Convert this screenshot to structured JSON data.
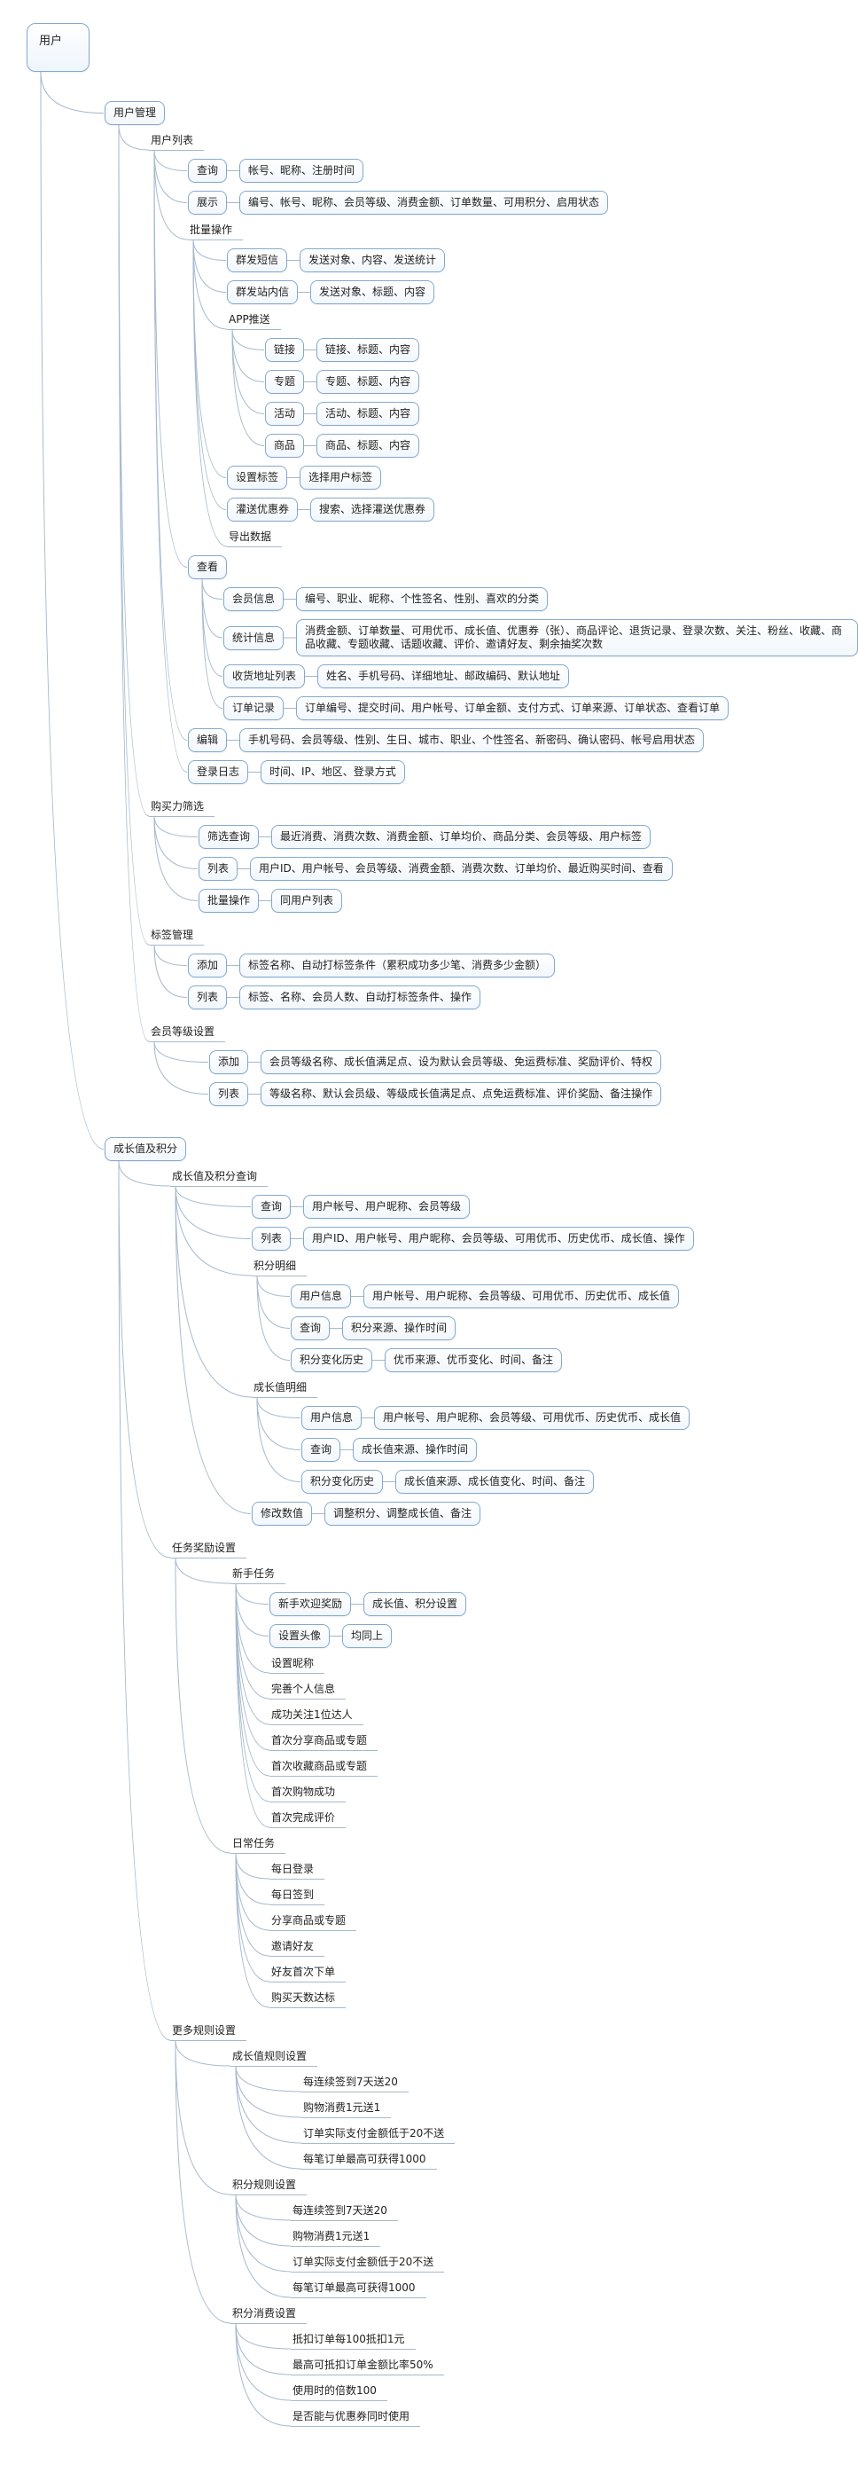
{
  "colors": {
    "border": "#84a9cd",
    "line": "#a5b9cc",
    "text": "#1f1f1f",
    "bg": "#ffffff"
  },
  "tree": {
    "label": "用户",
    "style": "root",
    "children": [
      {
        "label": "用户管理",
        "style": "bubble",
        "children": [
          {
            "label": "用户列表",
            "style": "line",
            "children": [
              {
                "label": "查询",
                "style": "bubble",
                "children": [
                  {
                    "label": "帐号、昵称、注册时间",
                    "style": "bubble"
                  }
                ]
              },
              {
                "label": "展示",
                "style": "bubble",
                "children": [
                  {
                    "label": "编号、帐号、昵称、会员等级、消费金额、订单数量、可用积分、启用状态",
                    "style": "bubble"
                  }
                ]
              },
              {
                "label": "批量操作",
                "style": "line",
                "children": [
                  {
                    "label": "群发短信",
                    "style": "bubble",
                    "children": [
                      {
                        "label": "发送对象、内容、发送统计",
                        "style": "bubble"
                      }
                    ]
                  },
                  {
                    "label": "群发站内信",
                    "style": "bubble",
                    "children": [
                      {
                        "label": "发送对象、标题、内容",
                        "style": "bubble"
                      }
                    ]
                  },
                  {
                    "label": "APP推送",
                    "style": "line",
                    "children": [
                      {
                        "label": "链接",
                        "style": "bubble",
                        "children": [
                          {
                            "label": "链接、标题、内容",
                            "style": "bubble"
                          }
                        ]
                      },
                      {
                        "label": "专题",
                        "style": "bubble",
                        "children": [
                          {
                            "label": "专题、标题、内容",
                            "style": "bubble"
                          }
                        ]
                      },
                      {
                        "label": "活动",
                        "style": "bubble",
                        "children": [
                          {
                            "label": "活动、标题、内容",
                            "style": "bubble"
                          }
                        ]
                      },
                      {
                        "label": "商品",
                        "style": "bubble",
                        "children": [
                          {
                            "label": "商品、标题、内容",
                            "style": "bubble"
                          }
                        ]
                      }
                    ]
                  },
                  {
                    "label": "设置标签",
                    "style": "bubble",
                    "children": [
                      {
                        "label": "选择用户标签",
                        "style": "bubble"
                      }
                    ]
                  },
                  {
                    "label": "灌送优惠券",
                    "style": "bubble",
                    "children": [
                      {
                        "label": "搜索、选择灌送优惠券",
                        "style": "bubble"
                      }
                    ]
                  },
                  {
                    "label": "导出数据",
                    "style": "line"
                  }
                ]
              },
              {
                "label": "查看",
                "style": "bubble",
                "children": [
                  {
                    "label": "会员信息",
                    "style": "bubble",
                    "children": [
                      {
                        "label": "编号、职业、昵称、个性签名、性别、喜欢的分类",
                        "style": "bubble"
                      }
                    ]
                  },
                  {
                    "label": "统计信息",
                    "style": "bubble",
                    "children": [
                      {
                        "label": "消费金额、订单数量、可用优币、成长值、优惠券（张）、商品评论、退货记录、登录次数、关注、粉丝、收藏、商品收藏、专题收藏、话题收藏、评价、邀请好友、剩余抽奖次数",
                        "style": "bubble"
                      }
                    ]
                  },
                  {
                    "label": "收货地址列表",
                    "style": "bubble",
                    "children": [
                      {
                        "label": "姓名、手机号码、详细地址、邮政编码、默认地址",
                        "style": "bubble"
                      }
                    ]
                  },
                  {
                    "label": "订单记录",
                    "style": "bubble",
                    "children": [
                      {
                        "label": "订单编号、提交时间、用户帐号、订单金额、支付方式、订单来源、订单状态、查看订单",
                        "style": "bubble"
                      }
                    ]
                  }
                ]
              },
              {
                "label": "编辑",
                "style": "bubble",
                "children": [
                  {
                    "label": "手机号码、会员等级、性别、生日、城市、职业、个性签名、新密码、确认密码、帐号启用状态",
                    "style": "bubble"
                  }
                ]
              },
              {
                "label": "登录日志",
                "style": "bubble",
                "children": [
                  {
                    "label": "时间、IP、地区、登录方式",
                    "style": "bubble"
                  }
                ]
              }
            ]
          },
          {
            "label": "购买力筛选",
            "style": "line",
            "children": [
              {
                "label": "筛选查询",
                "style": "bubble",
                "children": [
                  {
                    "label": "最近消费、消费次数、消费金额、订单均价、商品分类、会员等级、用户标签",
                    "style": "bubble"
                  }
                ]
              },
              {
                "label": "列表",
                "style": "bubble",
                "children": [
                  {
                    "label": "用户ID、用户帐号、会员等级、消费金额、消费次数、订单均价、最近购买时间、查看",
                    "style": "bubble"
                  }
                ]
              },
              {
                "label": "批量操作",
                "style": "bubble",
                "children": [
                  {
                    "label": "同用户列表",
                    "style": "bubble"
                  }
                ]
              }
            ]
          },
          {
            "label": "标签管理",
            "style": "line",
            "children": [
              {
                "label": "添加",
                "style": "bubble",
                "children": [
                  {
                    "label": "标签名称、自动打标签条件（累积成功多少笔、消费多少金额）",
                    "style": "bubble"
                  }
                ]
              },
              {
                "label": "列表",
                "style": "bubble",
                "children": [
                  {
                    "label": "标签、名称、会员人数、自动打标签条件、操作",
                    "style": "bubble"
                  }
                ]
              }
            ]
          },
          {
            "label": "会员等级设置",
            "style": "line",
            "children": [
              {
                "label": "添加",
                "style": "bubble",
                "children": [
                  {
                    "label": "会员等级名称、成长值满足点、设为默认会员等级、免运费标准、奖励评价、特权",
                    "style": "bubble"
                  }
                ]
              },
              {
                "label": "列表",
                "style": "bubble",
                "children": [
                  {
                    "label": "等级名称、默认会员级、等级成长值满足点、点免运费标准、评价奖励、备注操作",
                    "style": "bubble"
                  }
                ]
              }
            ]
          }
        ]
      },
      {
        "label": "成长值及积分",
        "style": "bubble",
        "children": [
          {
            "label": "成长值及积分查询",
            "style": "line",
            "children": [
              {
                "label": "查询",
                "style": "bubble",
                "children": [
                  {
                    "label": "用户帐号、用户昵称、会员等级",
                    "style": "bubble"
                  }
                ]
              },
              {
                "label": "列表",
                "style": "bubble",
                "children": [
                  {
                    "label": "用户ID、用户帐号、用户昵称、会员等级、可用优币、历史优币、成长值、操作",
                    "style": "bubble"
                  }
                ]
              },
              {
                "label": "积分明细",
                "style": "line",
                "children": [
                  {
                    "label": "用户信息",
                    "style": "bubble",
                    "children": [
                      {
                        "label": "用户帐号、用户昵称、会员等级、可用优币、历史优币、成长值",
                        "style": "bubble"
                      }
                    ]
                  },
                  {
                    "label": "查询",
                    "style": "bubble",
                    "children": [
                      {
                        "label": "积分来源、操作时间",
                        "style": "bubble"
                      }
                    ]
                  },
                  {
                    "label": "积分变化历史",
                    "style": "bubble",
                    "children": [
                      {
                        "label": "优币来源、优币变化、时间、备注",
                        "style": "bubble"
                      }
                    ]
                  }
                ]
              },
              {
                "label": "成长值明细",
                "style": "line",
                "children": [
                  {
                    "label": "用户信息",
                    "style": "bubble",
                    "children": [
                      {
                        "label": "用户帐号、用户昵称、会员等级、可用优币、历史优币、成长值",
                        "style": "bubble"
                      }
                    ]
                  },
                  {
                    "label": "查询",
                    "style": "bubble",
                    "children": [
                      {
                        "label": "成长值来源、操作时间",
                        "style": "bubble"
                      }
                    ]
                  },
                  {
                    "label": "积分变化历史",
                    "style": "bubble",
                    "children": [
                      {
                        "label": "成长值来源、成长值变化、时间、备注",
                        "style": "bubble"
                      }
                    ]
                  }
                ]
              },
              {
                "label": "修改数值",
                "style": "bubble",
                "children": [
                  {
                    "label": "调整积分、调整成长值、备注",
                    "style": "bubble"
                  }
                ]
              }
            ]
          },
          {
            "label": "任务奖励设置",
            "style": "line",
            "children": [
              {
                "label": "新手任务",
                "style": "line",
                "children": [
                  {
                    "label": "新手欢迎奖励",
                    "style": "bubble",
                    "children": [
                      {
                        "label": "成长值、积分设置",
                        "style": "bubble"
                      }
                    ]
                  },
                  {
                    "label": "设置头像",
                    "style": "bubble",
                    "children": [
                      {
                        "label": "均同上",
                        "style": "bubble"
                      }
                    ]
                  },
                  {
                    "label": "设置昵称",
                    "style": "line"
                  },
                  {
                    "label": "完善个人信息",
                    "style": "line"
                  },
                  {
                    "label": "成功关注1位达人",
                    "style": "line"
                  },
                  {
                    "label": "首次分享商品或专题",
                    "style": "line"
                  },
                  {
                    "label": "首次收藏商品或专题",
                    "style": "line"
                  },
                  {
                    "label": "首次购物成功",
                    "style": "line"
                  },
                  {
                    "label": "首次完成评价",
                    "style": "line"
                  }
                ]
              },
              {
                "label": "日常任务",
                "style": "line",
                "children": [
                  {
                    "label": "每日登录",
                    "style": "line"
                  },
                  {
                    "label": "每日签到",
                    "style": "line"
                  },
                  {
                    "label": "分享商品或专题",
                    "style": "line"
                  },
                  {
                    "label": "邀请好友",
                    "style": "line"
                  },
                  {
                    "label": "好友首次下单",
                    "style": "line"
                  },
                  {
                    "label": "购买天数达标",
                    "style": "line"
                  }
                ]
              }
            ]
          },
          {
            "label": "更多规则设置",
            "style": "line",
            "children": [
              {
                "label": "成长值规则设置",
                "style": "line",
                "children": [
                  {
                    "label": "每连续签到7天送20",
                    "style": "line"
                  },
                  {
                    "label": "购物消费1元送1",
                    "style": "line"
                  },
                  {
                    "label": "订单实际支付金额低于20不送",
                    "style": "line"
                  },
                  {
                    "label": "每笔订单最高可获得1000",
                    "style": "line"
                  }
                ]
              },
              {
                "label": "积分规则设置",
                "style": "line",
                "children": [
                  {
                    "label": "每连续签到7天送20",
                    "style": "line"
                  },
                  {
                    "label": "购物消费1元送1",
                    "style": "line"
                  },
                  {
                    "label": "订单实际支付金额低于20不送",
                    "style": "line"
                  },
                  {
                    "label": "每笔订单最高可获得1000",
                    "style": "line"
                  }
                ]
              },
              {
                "label": "积分消费设置",
                "style": "line",
                "children": [
                  {
                    "label": "抵扣订单每100抵扣1元",
                    "style": "line"
                  },
                  {
                    "label": "最高可抵扣订单金额比率50%",
                    "style": "line"
                  },
                  {
                    "label": "使用时的倍数100",
                    "style": "line"
                  },
                  {
                    "label": "是否能与优惠券同时使用",
                    "style": "line"
                  }
                ]
              }
            ]
          }
        ]
      }
    ]
  }
}
